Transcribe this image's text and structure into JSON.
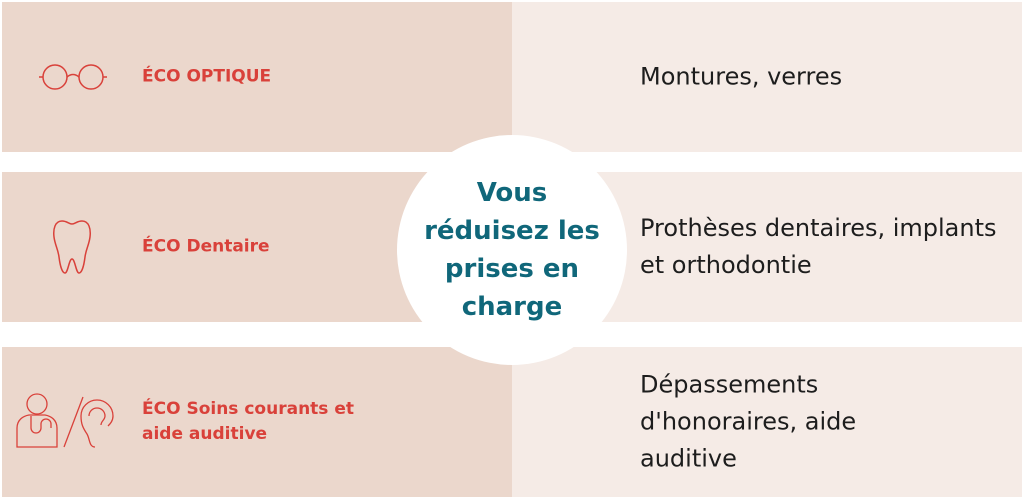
{
  "rows": [
    {
      "label": "ÉCO OPTIQUE",
      "description": "Montures, verres",
      "icon": "glasses-icon"
    },
    {
      "label": "ÉCO Dentaire",
      "description": "Prothèses dentaires, implants et orthodontie",
      "icon": "tooth-icon"
    },
    {
      "label": "ÉCO Soins courants et aide auditive",
      "description": "Dépassements d'honoraires, aide auditive",
      "icon": "doctor-ear-icon"
    }
  ],
  "center": {
    "text": "Vous réduisez les prises en charge"
  },
  "colors": {
    "accent": "#d9413a",
    "center_text": "#10677a",
    "left_bg": "#ebd7cc",
    "right_bg": "#f5ebe6"
  }
}
